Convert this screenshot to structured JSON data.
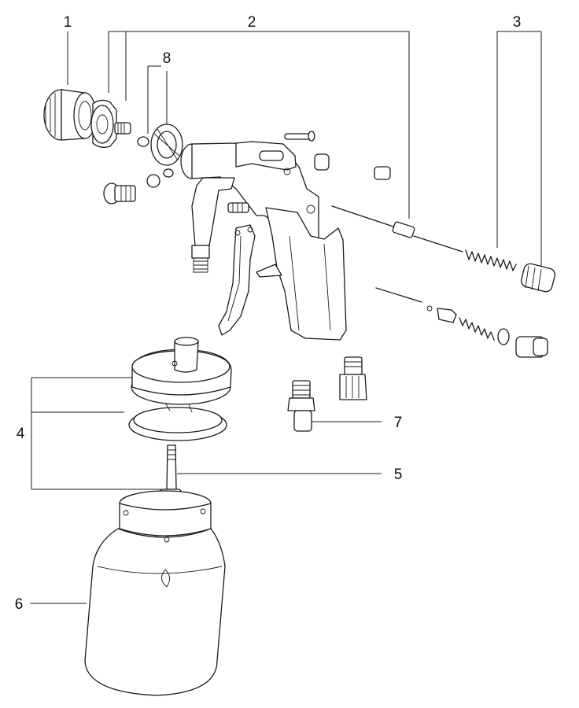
{
  "callouts": {
    "c1": "1",
    "c2": "2",
    "c3": "3",
    "c4": "4",
    "c5": "5",
    "c6": "6",
    "c7": "7",
    "c8": "8"
  },
  "icons": {
    "air-cap": "air-cap-nut-icon",
    "nozzle": "fluid-nozzle-icon",
    "gun-body": "spray-gun-body-icon",
    "cup": "paint-cup-icon",
    "lid": "cup-lid-icon",
    "tube": "suction-tube-icon",
    "needle": "fluid-needle-icon",
    "spring": "needle-spring-icon",
    "fitting": "air-fitting-icon"
  }
}
